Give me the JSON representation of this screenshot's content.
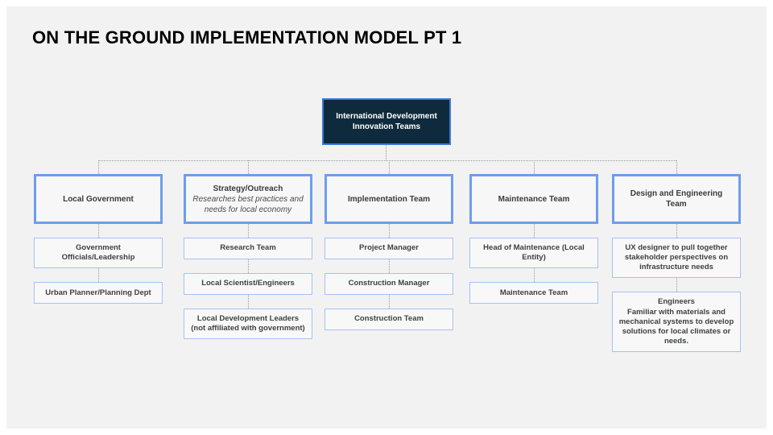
{
  "title": "ON THE GROUND IMPLEMENTATION MODEL PT 1",
  "org": {
    "root": "International Development\nInnovation Teams",
    "branches": [
      {
        "head": "Local Government",
        "subtitle": "",
        "children": [
          "Government\nOfficials/Leadership",
          "Urban Planner/Planning Dept"
        ]
      },
      {
        "head": "Strategy/Outreach",
        "subtitle": "Researches best practices and\nneeds for local economy",
        "children": [
          "Research Team",
          "Local Scientist/Engineers",
          "Local Development Leaders\n(not affiliated with government)"
        ]
      },
      {
        "head": "Implementation Team",
        "subtitle": "",
        "children": [
          "Project Manager",
          "Construction Manager",
          "Construction Team"
        ]
      },
      {
        "head": "Maintenance Team",
        "subtitle": "",
        "children": [
          "Head of Maintenance (Local\nEntity)",
          "Maintenance Team"
        ]
      },
      {
        "head": "Design and Engineering Team",
        "subtitle": "",
        "children": [
          "UX designer to pull together\nstakeholder perspectives on\ninfrastructure needs",
          "Engineers\nFamiliar with materials and\nmechanical systems to develop\nsolutions for local climates or\nneeds."
        ]
      }
    ]
  },
  "colors": {
    "slide_background": "#f2f2f2",
    "root_fill": "#0e2a3c",
    "root_border": "#3c78d8",
    "branch_border": "#6d9eeb",
    "child_border": "#a4c2f4",
    "connector": "#9a9a9a"
  }
}
